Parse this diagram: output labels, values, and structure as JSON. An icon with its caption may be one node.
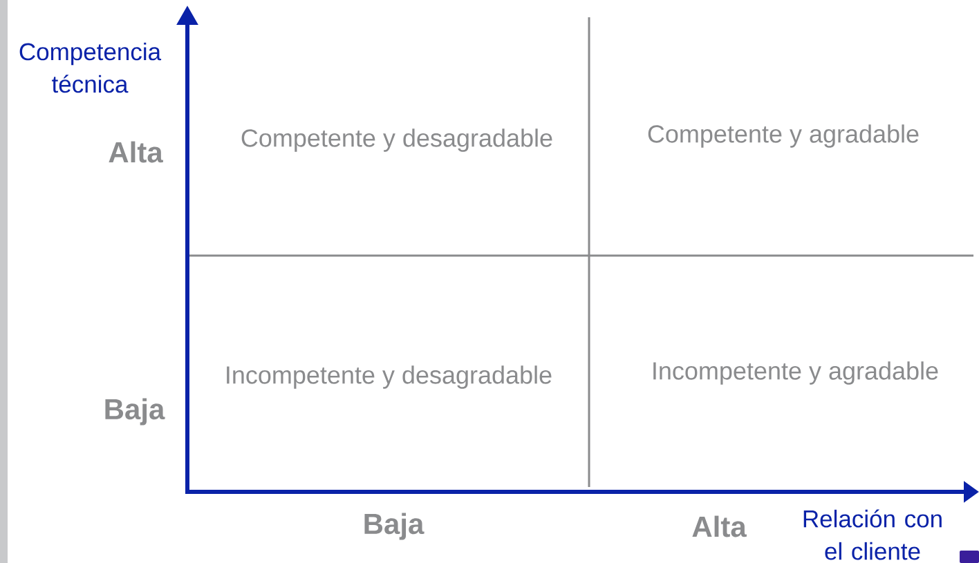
{
  "diagram": {
    "labels": [
      "Competencia técnica",
      "Alta",
      "Competente y desagradable",
      "Competente y agradable",
      "Incompetente y desagradable",
      "Incompetente y agradable",
      "Baja",
      "Baja",
      "Alta",
      "Relación con el cliente"
    ]
  }
}
